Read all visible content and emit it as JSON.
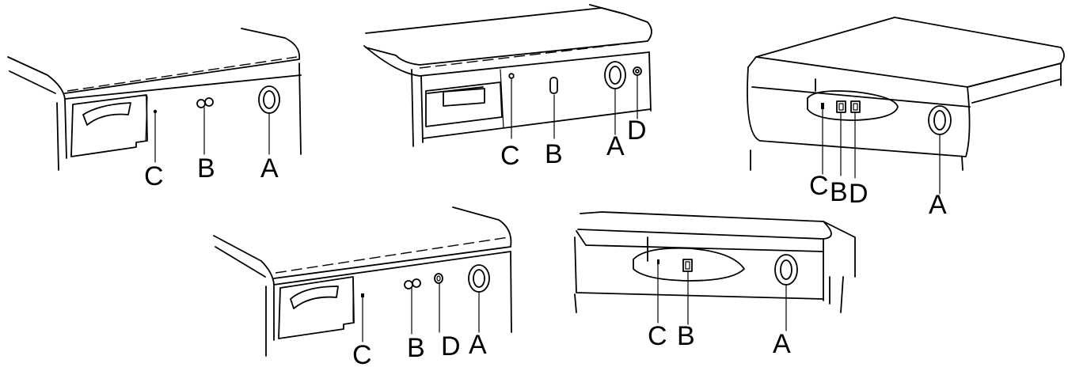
{
  "diagram": {
    "panels": [
      {
        "id": "panel-1",
        "labels": {
          "a": "A",
          "b": "B",
          "c": "C"
        }
      },
      {
        "id": "panel-2",
        "labels": {
          "a": "A",
          "b": "B",
          "c": "C",
          "d": "D"
        }
      },
      {
        "id": "panel-3",
        "labels": {
          "a": "A",
          "b": "B",
          "c": "C",
          "d": "D"
        }
      },
      {
        "id": "panel-4",
        "labels": {
          "a": "A",
          "b": "B",
          "c": "C",
          "d": "D"
        }
      },
      {
        "id": "panel-5",
        "labels": {
          "a": "A",
          "b": "B",
          "c": "C"
        }
      }
    ]
  }
}
